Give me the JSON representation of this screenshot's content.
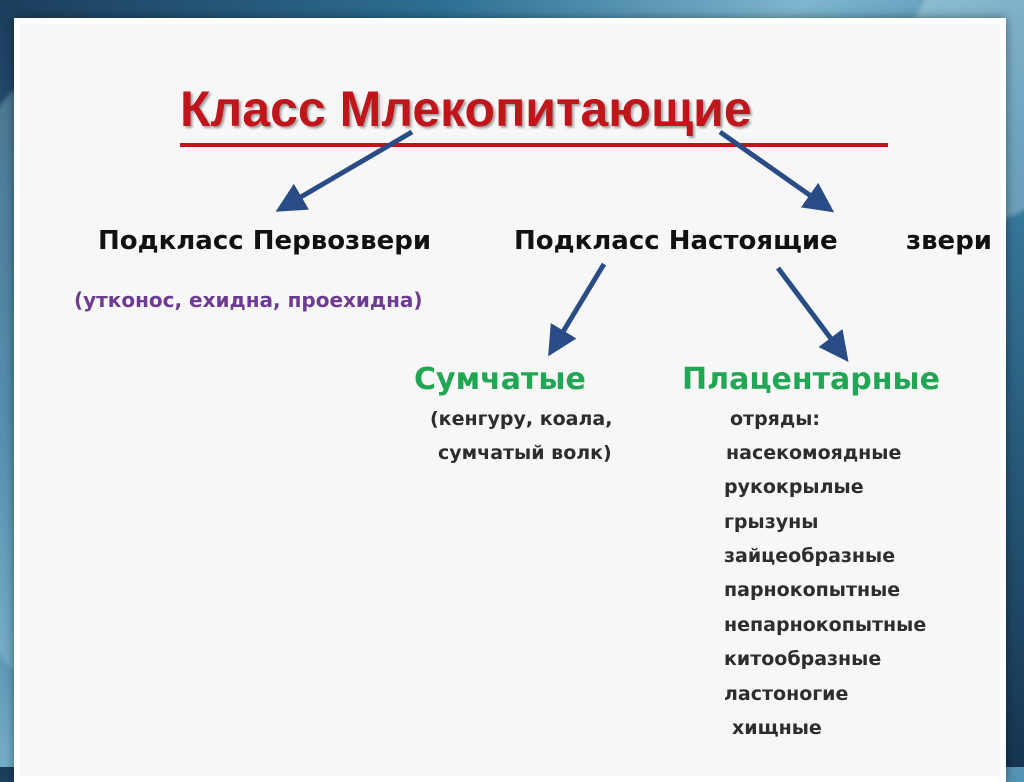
{
  "title": "Класс Млекопитающие",
  "subclass_left": "Подкласс Первозвери",
  "subclass_right_a": "Подкласс Настоящие",
  "subclass_right_b": "звери",
  "left_examples": "(утконос, ехидна, проехидна)",
  "marsupials": {
    "label": "Сумчатые",
    "examples_line1": "(кенгуру, коала,",
    "examples_line2": "сумчатый волк)"
  },
  "placentals": {
    "label": "Плацентарные",
    "orders_header": "отряды:",
    "orders": [
      "насекомоядные",
      "рукокрылые",
      "грызуны",
      "зайцеобразные",
      "парнокопытные",
      "непарнокопытные",
      "китообразные",
      "ластоногие",
      "хищные"
    ]
  },
  "colors": {
    "title": "#c0161b",
    "arrow": "#2a4c86",
    "examples_purple": "#6e3b93",
    "group_green": "#21a653"
  }
}
